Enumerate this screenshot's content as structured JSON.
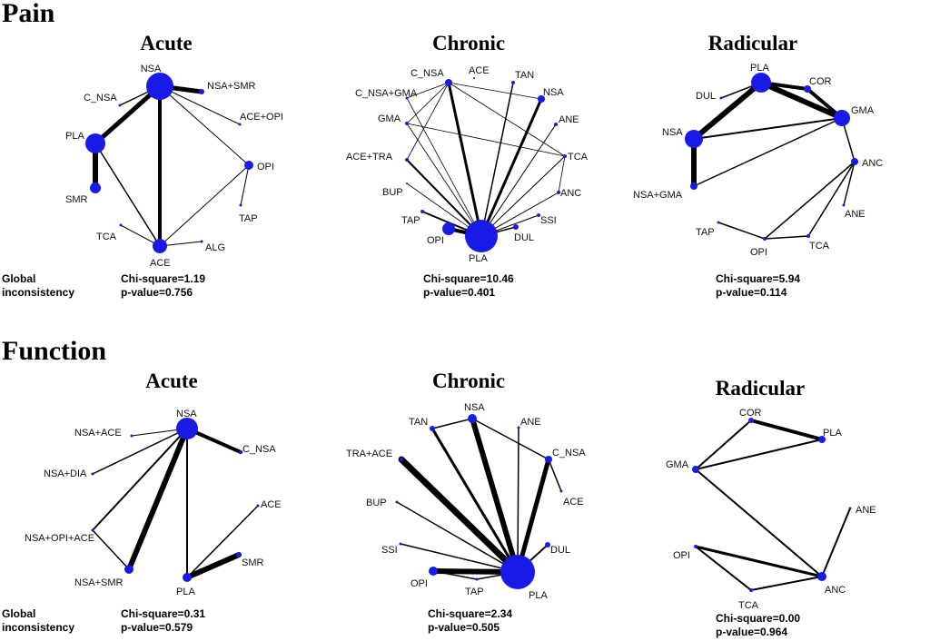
{
  "sections": {
    "pain": "Pain",
    "function": "Function"
  },
  "global_label_line1": "Global",
  "global_label_line2": "inconsistency",
  "panels": [
    {
      "title": "Acute",
      "chi": "Chi-square=1.19",
      "p": "p-value=0.756",
      "nodes": {
        "NSA": {
          "label": "NSA",
          "size": 15
        },
        "NSA+SMR": {
          "label": "NSA+SMR",
          "size": 3
        },
        "C_NSA": {
          "label": "C_NSA",
          "size": 1.5
        },
        "ACE+OPI": {
          "label": "ACE+OPI",
          "size": 1.5
        },
        "PLA": {
          "label": "PLA",
          "size": 11
        },
        "OPI": {
          "label": "OPI",
          "size": 5
        },
        "SMR": {
          "label": "SMR",
          "size": 6
        },
        "TAP": {
          "label": "TAP",
          "size": 1.5
        },
        "TCA": {
          "label": "TCA",
          "size": 1.5
        },
        "ACE": {
          "label": "ACE",
          "size": 8
        },
        "ALG": {
          "label": "ALG",
          "size": 1.5
        }
      },
      "edges": [
        [
          "NSA",
          "NSA+SMR",
          5
        ],
        [
          "NSA",
          "C_NSA",
          1.5
        ],
        [
          "NSA",
          "PLA",
          5
        ],
        [
          "NSA",
          "ACE",
          4
        ],
        [
          "NSA",
          "ACE+OPI",
          1
        ],
        [
          "NSA",
          "OPI",
          1
        ],
        [
          "PLA",
          "SMR",
          6
        ],
        [
          "PLA",
          "ACE",
          1.5
        ],
        [
          "OPI",
          "ACE",
          1
        ],
        [
          "OPI",
          "TAP",
          1
        ],
        [
          "TCA",
          "ACE",
          1
        ],
        [
          "ACE",
          "ALG",
          1
        ]
      ]
    },
    {
      "title": "Chronic",
      "chi": "Chi-square=10.46",
      "p": "p-value=0.401",
      "nodes": {
        "C_NSA": {
          "label": "C_NSA",
          "size": 4
        },
        "ACE": {
          "label": "ACE",
          "size": 1
        },
        "TAN": {
          "label": "TAN",
          "size": 2
        },
        "NSA": {
          "label": "NSA",
          "size": 4
        },
        "C_NSA+GMA": {
          "label": "C_NSA+GMA",
          "size": 1.5
        },
        "ANE": {
          "label": "ANE",
          "size": 2
        },
        "GMA": {
          "label": "GMA",
          "size": 2
        },
        "TCA": {
          "label": "TCA",
          "size": 2
        },
        "ACE+TRA": {
          "label": "ACE+TRA",
          "size": 2
        },
        "BUP": {
          "label": "BUP",
          "size": 1
        },
        "ANC": {
          "label": "ANC",
          "size": 2
        },
        "TAP": {
          "label": "TAP",
          "size": 2
        },
        "SSI": {
          "label": "SSI",
          "size": 2
        },
        "OPI": {
          "label": "OPI",
          "size": 7
        },
        "DUL": {
          "label": "DUL",
          "size": 3
        },
        "PLA": {
          "label": "PLA",
          "size": 18
        }
      },
      "edges": [
        [
          "C_NSA",
          "PLA",
          3
        ],
        [
          "NSA",
          "PLA",
          3
        ],
        [
          "TAN",
          "PLA",
          1.5
        ],
        [
          "ACE+TRA",
          "PLA",
          2
        ],
        [
          "BUP",
          "PLA",
          0.8
        ],
        [
          "OPI",
          "PLA",
          4
        ],
        [
          "TAP",
          "PLA",
          2
        ],
        [
          "DUL",
          "PLA",
          1.5
        ],
        [
          "SSI",
          "PLA",
          1
        ],
        [
          "TCA",
          "PLA",
          1
        ],
        [
          "ANC",
          "PLA",
          1
        ],
        [
          "ANE",
          "PLA",
          1
        ],
        [
          "C_NSA",
          "TCA",
          0.8
        ],
        [
          "C_NSA",
          "GMA",
          0.8
        ],
        [
          "C_NSA",
          "C_NSA+GMA",
          0.8
        ],
        [
          "C_NSA",
          "ACE+TRA",
          0.8
        ],
        [
          "C_NSA",
          "NSA",
          0.8
        ],
        [
          "GMA",
          "TCA",
          0.8
        ],
        [
          "GMA",
          "PLA",
          0.8
        ],
        [
          "C_NSA+GMA",
          "PLA",
          0.8
        ],
        [
          "TCA",
          "ANC",
          0.8
        ]
      ]
    },
    {
      "title": "Radicular",
      "chi": "Chi-square=5.94",
      "p": "p-value=0.114",
      "nodes": {
        "PLA": {
          "label": "PLA",
          "size": 11
        },
        "COR": {
          "label": "COR",
          "size": 4
        },
        "DUL": {
          "label": "DUL",
          "size": 1.5
        },
        "GMA": {
          "label": "GMA",
          "size": 9
        },
        "NSA": {
          "label": "NSA",
          "size": 10
        },
        "ANC": {
          "label": "ANC",
          "size": 4
        },
        "NSA+GMA": {
          "label": "NSA+GMA",
          "size": 4
        },
        "ANE": {
          "label": "ANE",
          "size": 1.5
        },
        "TAP": {
          "label": "TAP",
          "size": 1.5
        },
        "TCA": {
          "label": "TCA",
          "size": 2
        },
        "OPI": {
          "label": "OPI",
          "size": 2
        }
      },
      "edges": [
        [
          "PLA",
          "COR",
          4
        ],
        [
          "PLA",
          "GMA",
          6
        ],
        [
          "COR",
          "GMA",
          4
        ],
        [
          "PLA",
          "DUL",
          1.5
        ],
        [
          "PLA",
          "NSA",
          6
        ],
        [
          "NSA",
          "GMA",
          2
        ],
        [
          "NSA",
          "NSA+GMA",
          6
        ],
        [
          "NSA+GMA",
          "GMA",
          1.5
        ],
        [
          "GMA",
          "ANC",
          1.5
        ],
        [
          "ANC",
          "ANE",
          1.5
        ],
        [
          "ANC",
          "TCA",
          1.5
        ],
        [
          "ANC",
          "OPI",
          1.5
        ],
        [
          "TAP",
          "OPI",
          1.5
        ],
        [
          "OPI",
          "TCA",
          1.5
        ]
      ]
    },
    {
      "title": "Acute",
      "chi": "Chi-square=0.31",
      "p": "p-value=0.579",
      "nodes": {
        "NSA": {
          "label": "NSA",
          "size": 12
        },
        "NSA+ACE": {
          "label": "NSA+ACE",
          "size": 1.5
        },
        "C_NSA": {
          "label": "C_NSA",
          "size": 2
        },
        "NSA+DIA": {
          "label": "NSA+DIA",
          "size": 1.5
        },
        "ACE": {
          "label": "ACE",
          "size": 1.5
        },
        "NSA+OPI+ACE": {
          "label": "NSA+OPI+ACE",
          "size": 1.5
        },
        "SMR": {
          "label": "SMR",
          "size": 3
        },
        "NSA+SMR": {
          "label": "NSA+SMR",
          "size": 5
        },
        "PLA": {
          "label": "PLA",
          "size": 5
        }
      },
      "edges": [
        [
          "NSA",
          "C_NSA",
          4
        ],
        [
          "NSA",
          "NSA+ACE",
          1
        ],
        [
          "NSA",
          "NSA+DIA",
          1.5
        ],
        [
          "NSA",
          "NSA+OPI+ACE",
          2
        ],
        [
          "NSA",
          "NSA+SMR",
          6
        ],
        [
          "NSA",
          "PLA",
          2
        ],
        [
          "NSA+OPI+ACE",
          "NSA+SMR",
          1.5
        ],
        [
          "PLA",
          "SMR",
          6
        ],
        [
          "PLA",
          "ACE",
          1.5
        ]
      ]
    },
    {
      "title": "Chronic",
      "chi": "Chi-square=2.34",
      "p": "p-value=0.505",
      "nodes": {
        "NSA": {
          "label": "NSA",
          "size": 5
        },
        "TAN": {
          "label": "TAN",
          "size": 3
        },
        "ANE": {
          "label": "ANE",
          "size": 1.5
        },
        "TRA+ACE": {
          "label": "TRA+ACE",
          "size": 2
        },
        "C_NSA": {
          "label": "C_NSA",
          "size": 4
        },
        "BUP": {
          "label": "BUP",
          "size": 1.5
        },
        "ACE": {
          "label": "ACE",
          "size": 1.5
        },
        "SSI": {
          "label": "SSI",
          "size": 1.5
        },
        "DUL": {
          "label": "DUL",
          "size": 3
        },
        "OPI": {
          "label": "OPI",
          "size": 5
        },
        "TAP": {
          "label": "TAP",
          "size": 1.5
        },
        "PLA": {
          "label": "PLA",
          "size": 19
        }
      },
      "edges": [
        [
          "NSA",
          "PLA",
          6
        ],
        [
          "TAN",
          "PLA",
          3
        ],
        [
          "TRA+ACE",
          "PLA",
          7
        ],
        [
          "C_NSA",
          "PLA",
          5
        ],
        [
          "BUP",
          "PLA",
          1.5
        ],
        [
          "SSI",
          "PLA",
          1.5
        ],
        [
          "ANE",
          "PLA",
          1.5
        ],
        [
          "DUL",
          "PLA",
          2
        ],
        [
          "OPI",
          "PLA",
          6
        ],
        [
          "TAP",
          "PLA",
          1.5
        ],
        [
          "OPI",
          "TAP",
          1.5
        ],
        [
          "C_NSA",
          "ACE",
          1.5
        ],
        [
          "NSA",
          "TAN",
          1.5
        ],
        [
          "NSA",
          "C_NSA",
          1.5
        ]
      ]
    },
    {
      "title": "Radicular",
      "chi": "Chi-square=0.00",
      "p": "p-value=0.964",
      "nodes": {
        "COR": {
          "label": "COR",
          "size": 3
        },
        "PLA": {
          "label": "PLA",
          "size": 4
        },
        "GMA": {
          "label": "GMA",
          "size": 4
        },
        "ANE": {
          "label": "ANE",
          "size": 1.5
        },
        "OPI": {
          "label": "OPI",
          "size": 2
        },
        "ANC": {
          "label": "ANC",
          "size": 5
        },
        "TCA": {
          "label": "TCA",
          "size": 2
        }
      },
      "edges": [
        [
          "COR",
          "PLA",
          4
        ],
        [
          "GMA",
          "COR",
          2
        ],
        [
          "GMA",
          "PLA",
          2
        ],
        [
          "GMA",
          "ANC",
          2
        ],
        [
          "ANC",
          "ANE",
          2
        ],
        [
          "OPI",
          "ANC",
          3
        ],
        [
          "OPI",
          "TCA",
          2
        ],
        [
          "TCA",
          "ANC",
          2
        ]
      ]
    }
  ]
}
